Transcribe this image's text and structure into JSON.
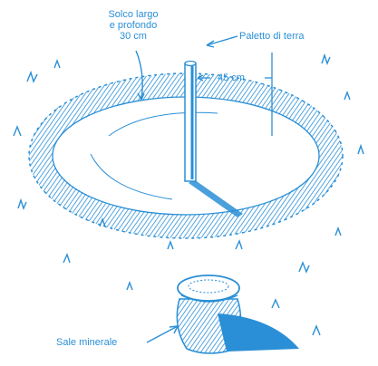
{
  "labels": {
    "furrow": [
      "Solco largo",
      "e profondo",
      "30 cm"
    ],
    "stake": "Paletto di terra",
    "distance": "45 cm",
    "salt": "Sale minerale"
  },
  "colors": {
    "ink": "#2a8fd6",
    "paper": "#ffffff"
  },
  "icons": {
    "stake": "stake-icon",
    "salt_bag": "salt-bag-icon",
    "furrow_ring": "furrow-ring-icon"
  }
}
